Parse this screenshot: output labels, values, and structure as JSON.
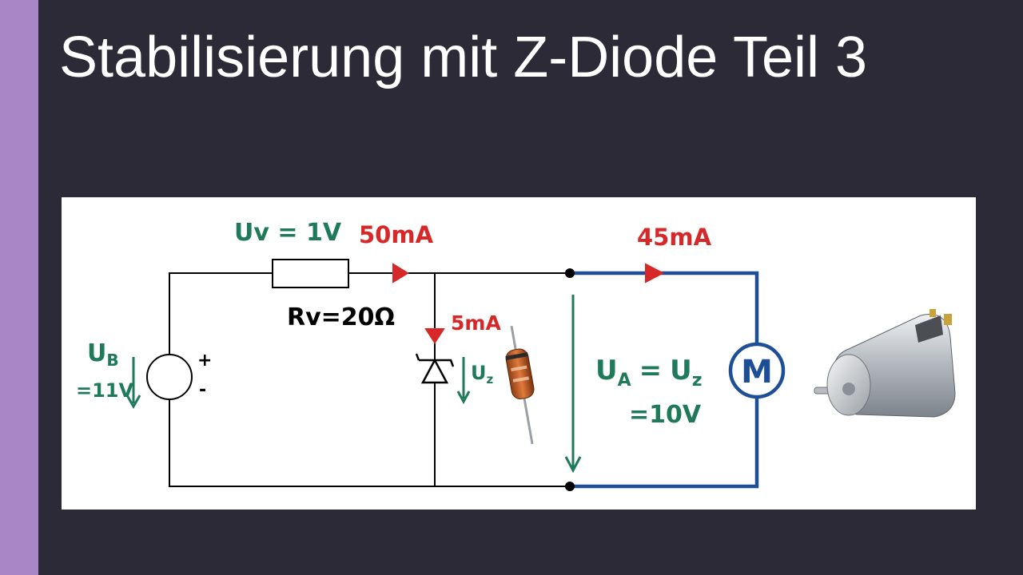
{
  "slide": {
    "title": "Stabilisierung mit Z-Diode Teil 3"
  },
  "colors": {
    "background": "#2b2a36",
    "accent": "#a987c6",
    "wire": "#000000",
    "output_wire": "#1e4f96",
    "current_label": "#d62828",
    "voltage_label": "#1f7a5a"
  },
  "circuit": {
    "supply": {
      "symbol": "U",
      "subscript": "B",
      "value": "=11V",
      "plus": "+",
      "minus": "-"
    },
    "series_resistor": {
      "voltage": "Uv = 1V",
      "label": "Rv=20Ω"
    },
    "currents": {
      "total": "50mA",
      "zener": "5mA",
      "load": "45mA"
    },
    "zener_voltage_label": {
      "symbol": "U",
      "subscript": "z"
    },
    "output_voltage": {
      "lhs_symbol": "U",
      "lhs_subscript": "A",
      "equals": "=",
      "rhs_symbol": "U",
      "rhs_subscript": "z",
      "value": "=10V"
    },
    "motor": {
      "label": "M"
    }
  }
}
